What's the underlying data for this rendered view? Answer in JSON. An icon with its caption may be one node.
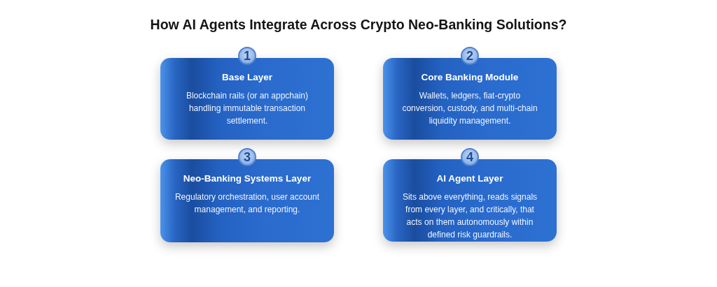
{
  "diagram": {
    "title": "How AI Agents Integrate Across Crypto Neo-Banking Solutions?",
    "nodes": [
      {
        "text": [
          "1"
        ]
      },
      {
        "text": [
          "Base Layer",
          "Blockchain rails (or an appchain) handling immutable transaction settlement."
        ]
      },
      {
        "text": [
          "2"
        ]
      },
      {
        "text": [
          "Core Banking Module",
          "Wallets, ledgers, fiat-crypto conversion, custody, and multi-chain liquidity management."
        ]
      },
      {
        "text": [
          "3"
        ]
      },
      {
        "text": [
          "Neo-Banking Systems Layer",
          "Regulatory orchestration, user account management, and reporting."
        ]
      },
      {
        "text": [
          "4"
        ]
      },
      {
        "text": [
          "AI Agent Layer",
          "Sits above everything, reads signals from every layer, and critically, that acts on them autonomously within defined risk guardrails."
        ]
      }
    ]
  }
}
